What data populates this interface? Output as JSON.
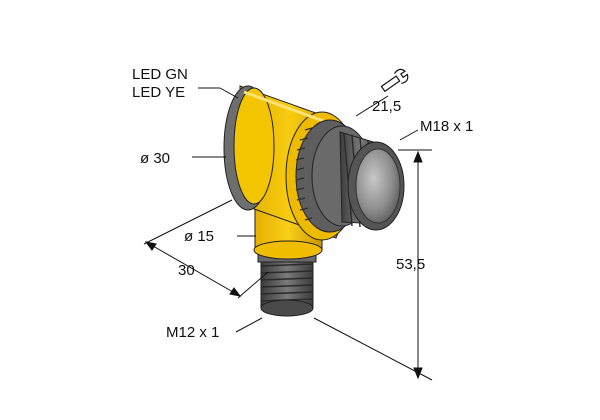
{
  "labels": {
    "led_gn": "LED GN",
    "led_ye": "LED YE",
    "wrench_size": "21,5",
    "thread_front": "M18 x 1",
    "diameter_body": "ø 30",
    "diameter_neck": "ø 15",
    "depth": "30",
    "height": "53,5",
    "thread_connector": "M12 x 1"
  },
  "colors": {
    "housing_yellow": "#f5c400",
    "housing_dark_yellow": "#d9a600",
    "cap_gray": "#6b6b6b",
    "thread_gray": "#5a5a5a",
    "lens_gray": "#8a8a8a",
    "line": "#111111"
  },
  "icons": [
    "wrench-icon"
  ]
}
